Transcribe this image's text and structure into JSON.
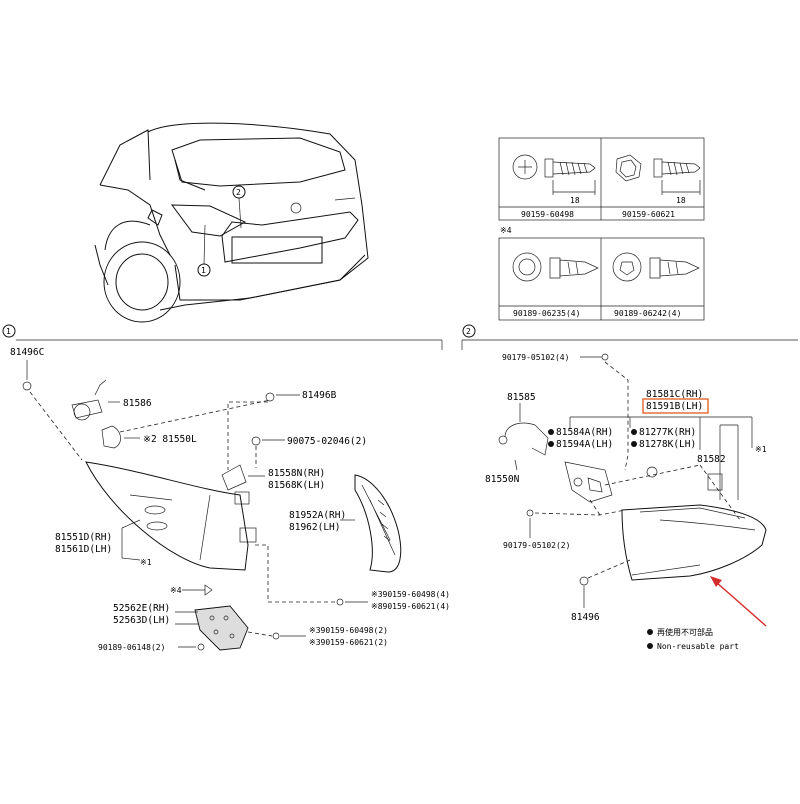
{
  "colors": {
    "highlight_box": "#e05a1e",
    "arrow": "#d42b2b",
    "line": "#111111"
  },
  "callouts": {
    "c1": "1",
    "c2": "2",
    "c4_note": "※4"
  },
  "car": {
    "callout1": "1",
    "callout2": "2"
  },
  "fasteners": {
    "screw1": "90159-60498",
    "screw2": "90159-60621",
    "dim1": "18",
    "dim2": "18",
    "note": "※4",
    "clip1": "90189-06235(4)",
    "clip2": "90189-06242(4)"
  },
  "section1": {
    "callout": "1",
    "p81496C": "81496C",
    "p81586": "81586",
    "p81550L": "※2 81550L",
    "p81496B": "81496B",
    "p90075": "90075-02046(2)",
    "p81558N": "81558N(RH)",
    "p81568K": "81568K(LH)",
    "p81551D": "81551D(RH)",
    "p81561D": "81561D(LH)",
    "x1": "※1",
    "p81952A": "81952A(RH)",
    "p81962": "81962(LH)",
    "x4": "※4",
    "s60498a": "※390159-60498(4)",
    "s60621a": "※890159-60621(4)",
    "p52562E": "52562E(RH)",
    "p52563D": "52563D(LH)",
    "s60498b": "※390159-60498(2)",
    "s60621b": "※390159-60621(2)",
    "p90189": "90189-06148(2)"
  },
  "section2": {
    "callout": "2",
    "p90179a": "90179-05102(4)",
    "p81585": "81585",
    "p81581C": "81581C(RH)",
    "p81591B": "81591B(LH)",
    "p81584A": "81584A(RH)",
    "p81594A": "81594A(LH)",
    "p81277K": "81277K(RH)",
    "p81278K": "81278K(LH)",
    "x1": "※1",
    "p81550N": "81550N",
    "p81582": "81582",
    "p90179b": "90179-05102(2)",
    "p81496": "81496",
    "legend_jp": "再使用不可部品",
    "legend_en": "Non-reusable part"
  }
}
